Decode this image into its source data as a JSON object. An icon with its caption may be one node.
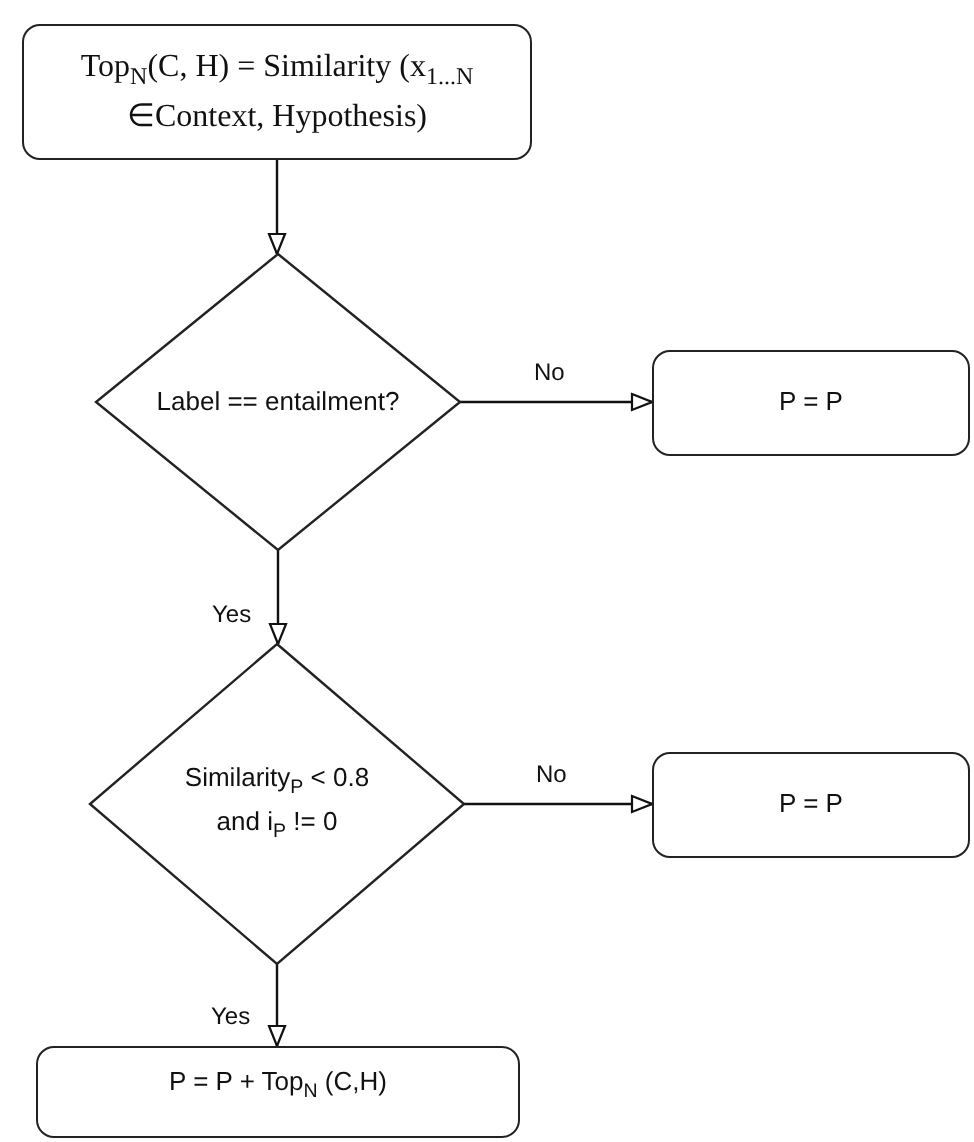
{
  "diagram": {
    "nodes": [
      {
        "text": [
          "Top$_{N}$(C, H) = Similarity (x$_{1...N}$ ∈Context, Hypothesis)"
        ]
      },
      {
        "text": [
          "Label == entailment?"
        ]
      },
      {
        "text": [
          "P = P"
        ]
      },
      {
        "text": [
          "Similarity$_{P}$ < 0.8 and i$_{P}$ != 0"
        ]
      },
      {
        "text": [
          "P = P"
        ]
      },
      {
        "text": [
          "P = P + Top$_{N}$ (C,H)"
        ]
      }
    ],
    "edges": [
      {
        "from": 0,
        "to": 1,
        "arrow": "to"
      },
      {
        "from": 1,
        "to": 2,
        "arrow": "to",
        "label": "No"
      },
      {
        "from": 1,
        "to": 3,
        "arrow": "to",
        "label": "Yes"
      },
      {
        "from": 3,
        "to": 4,
        "arrow": "to",
        "label": "No"
      },
      {
        "from": 3,
        "to": 5,
        "arrow": "to",
        "label": "Yes"
      }
    ]
  }
}
